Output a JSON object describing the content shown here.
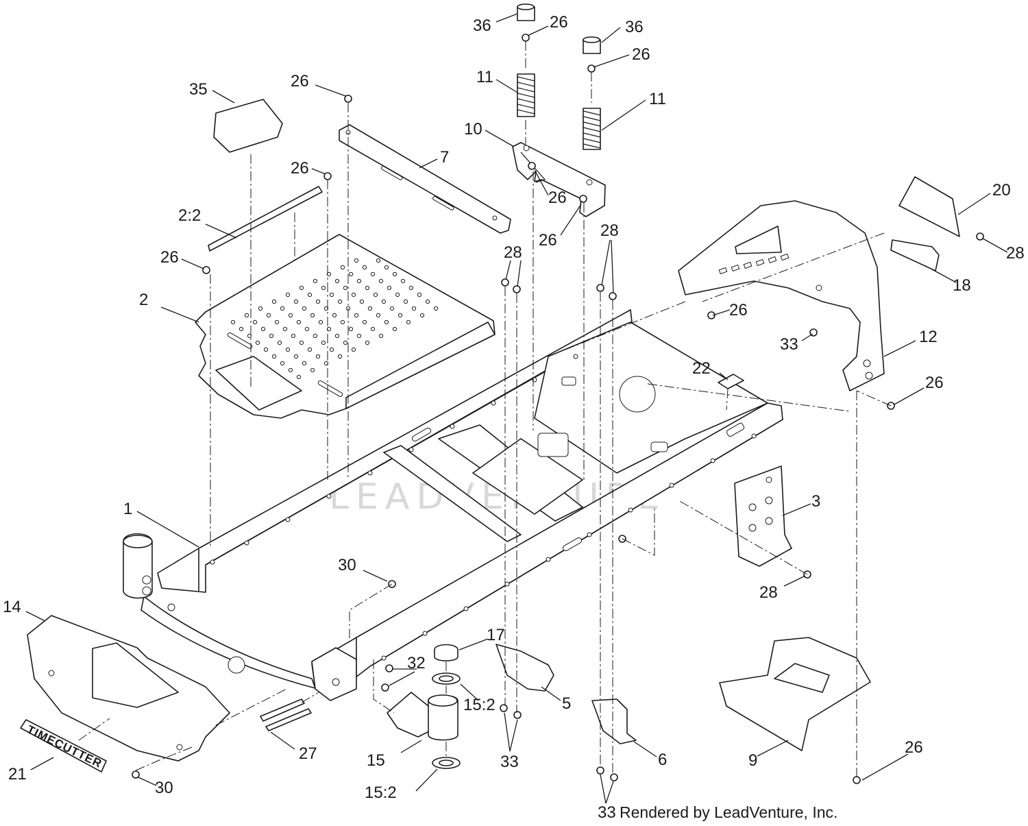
{
  "diagram": {
    "callouts": {
      "c36a": "36",
      "c26a": "26",
      "c36b": "36",
      "c26b": "26",
      "c11a": "11",
      "c11b": "11",
      "c26c": "26",
      "c35": "35",
      "c10": "10",
      "c7": "7",
      "c26d": "26",
      "c26e": "26",
      "c26f": "26",
      "c20": "20",
      "c22label": "2:2",
      "c28a": "28",
      "c28b": "28",
      "c28c": "28",
      "c26g": "26",
      "c18": "18",
      "c2": "2",
      "c26h": "26",
      "c33a": "33",
      "c12": "12",
      "c22": "22",
      "c26i": "26",
      "c1": "1",
      "c3": "3",
      "c30a": "30",
      "c28d": "28",
      "c14": "14",
      "c17": "17",
      "c32": "32",
      "c152a": "15:2",
      "c5": "5",
      "c27": "27",
      "c15": "15",
      "c33b": "33",
      "c6": "6",
      "c9": "9",
      "c26j": "26",
      "c21": "21",
      "c30b": "30",
      "c152b": "15:2",
      "c33c": "33"
    },
    "credit": "Rendered by LeadVenture, Inc.",
    "watermark": "LEADVENTURE",
    "badge": "TIMECUTTER"
  }
}
